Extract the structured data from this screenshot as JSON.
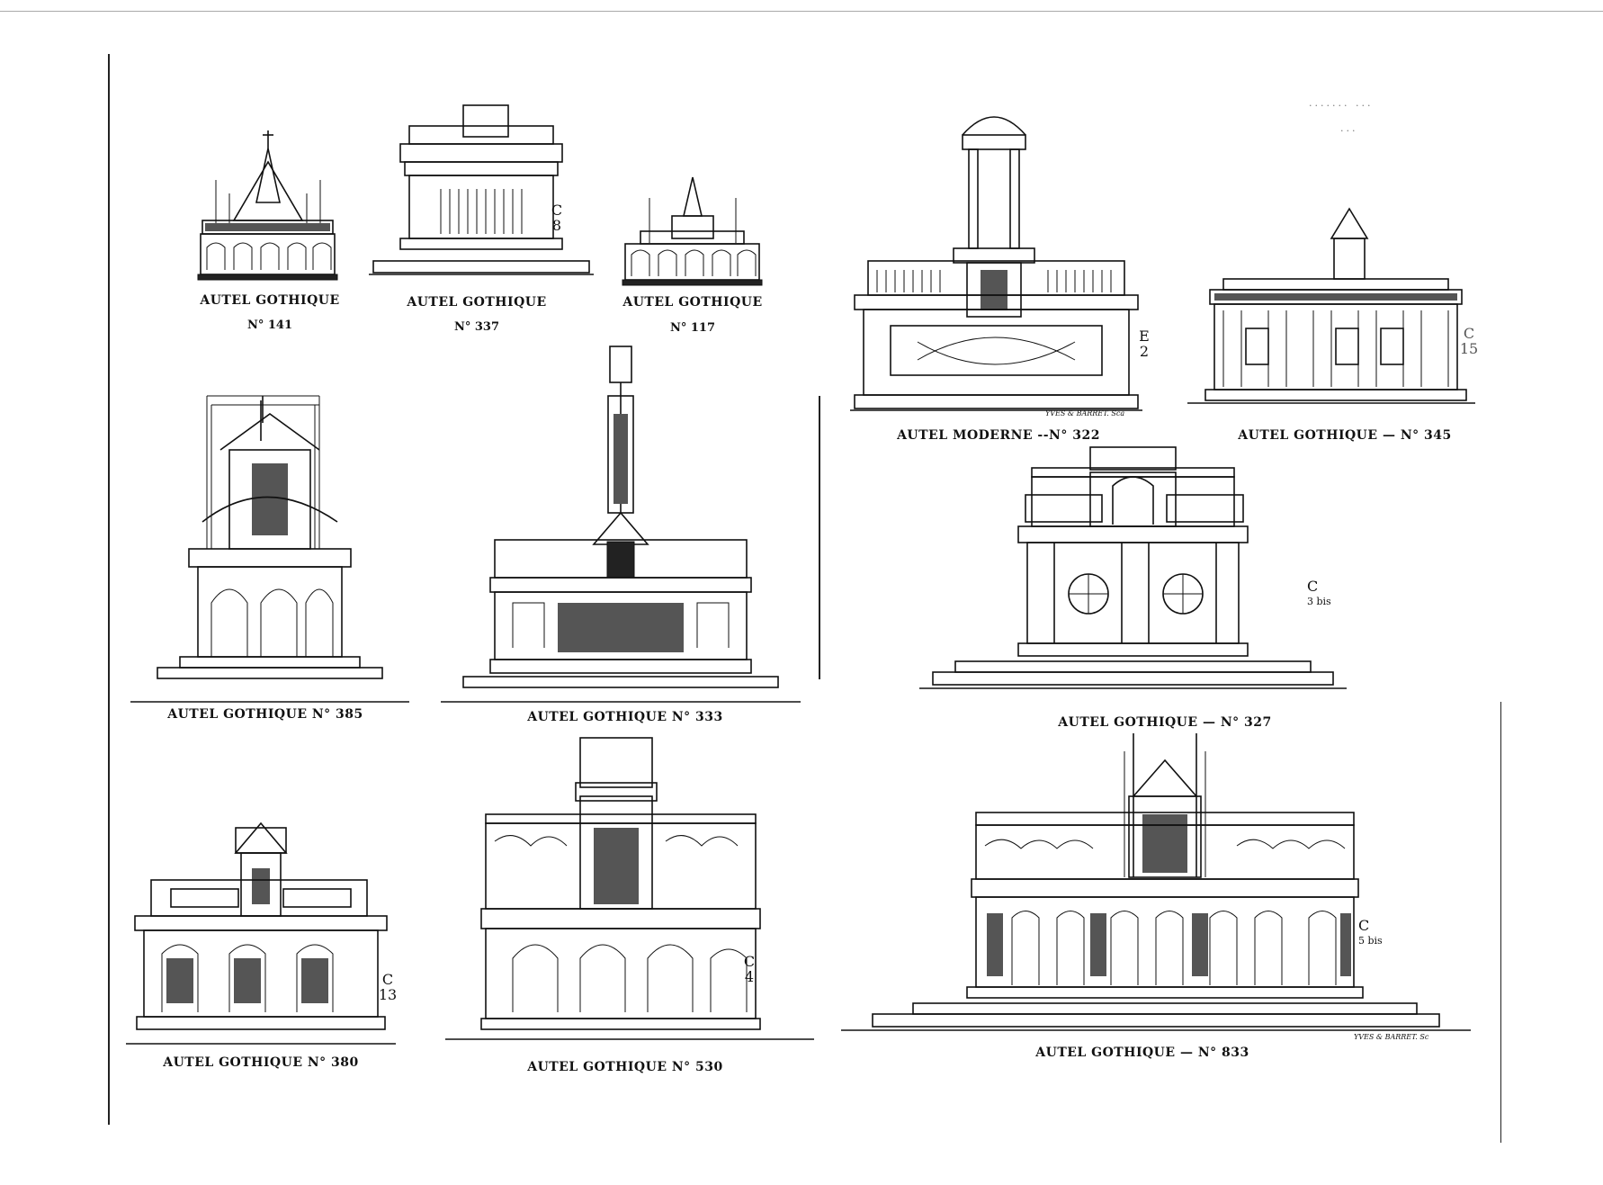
{
  "header": {
    "text": "....... ...",
    "sub": "..."
  },
  "plates": [
    {
      "id": "141",
      "title": "AUTEL GOTHIQUE",
      "number": "N° 141"
    },
    {
      "id": "337",
      "title": "AUTEL GOTHIQUE",
      "number": "N° 337",
      "mark": "C 8"
    },
    {
      "id": "117",
      "title": "AUTEL GOTHIQUE",
      "number": "N° 117"
    },
    {
      "id": "322",
      "title": "AUTEL MODERNE --N° 322",
      "mark": "E 2",
      "engraver": "YVES & BARRET. Sca"
    },
    {
      "id": "345",
      "title": "AUTEL GOTHIQUE — N° 345",
      "mark": "C 15"
    },
    {
      "id": "385",
      "title": "AUTEL GOTHIQUE N° 385"
    },
    {
      "id": "333",
      "title": "AUTEL GOTHIQUE N° 333"
    },
    {
      "id": "327",
      "title": "AUTEL GOTHIQUE — N° 327",
      "mark": "C",
      "mark_sup": "3 bis"
    },
    {
      "id": "380",
      "title": "AUTEL GOTHIQUE N° 380",
      "mark": "C 13"
    },
    {
      "id": "530",
      "title": "AUTEL GOTHIQUE N° 530",
      "mark": "C 4"
    },
    {
      "id": "833",
      "title": "AUTEL GOTHIQUE — N° 833",
      "mark": "C",
      "mark_sup": "5 bis",
      "engraver": "YVES & BARRET. Sc"
    }
  ]
}
